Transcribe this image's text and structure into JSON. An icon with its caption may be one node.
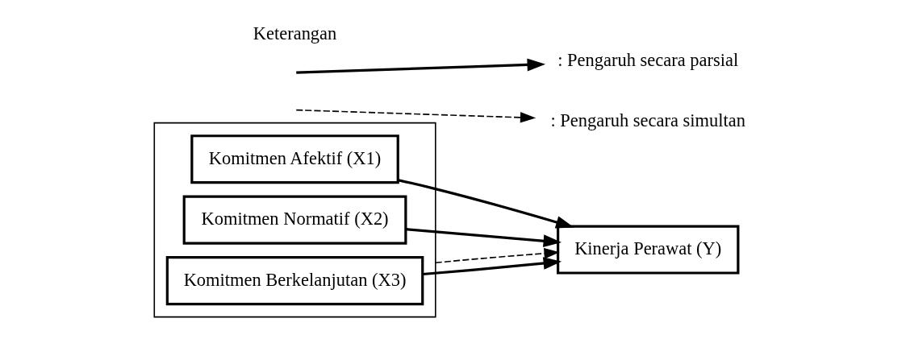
{
  "diagram": {
    "nodes": [
      {
        "text": [],
        "shape": "box"
      },
      {
        "text": [
          "Komitmen Afektif (X1)"
        ],
        "in": 0
      },
      {
        "text": [
          "Komitmen Normatif (X2)"
        ],
        "in": 0
      },
      {
        "text": [
          "Komitmen Berkelanjutan (X3)"
        ],
        "in": 0
      },
      {
        "text": [
          "Kinerja Perawat (Y)"
        ]
      }
    ],
    "edges": [
      {
        "from": 1,
        "to": 4,
        "arrow": "to"
      },
      {
        "from": 2,
        "to": 4,
        "arrow": "to"
      },
      {
        "from": 3,
        "to": 4,
        "arrow": "to"
      },
      {
        "from": 0,
        "to": 4,
        "arrow": "to",
        "style": "dashed"
      }
    ],
    "labels": [
      "Keterangan"
    ],
    "legend": [
      {
        "text": ": Pengaruh secara parsial"
      },
      {
        "text": ": Pengaruh secara simultan"
      }
    ]
  }
}
